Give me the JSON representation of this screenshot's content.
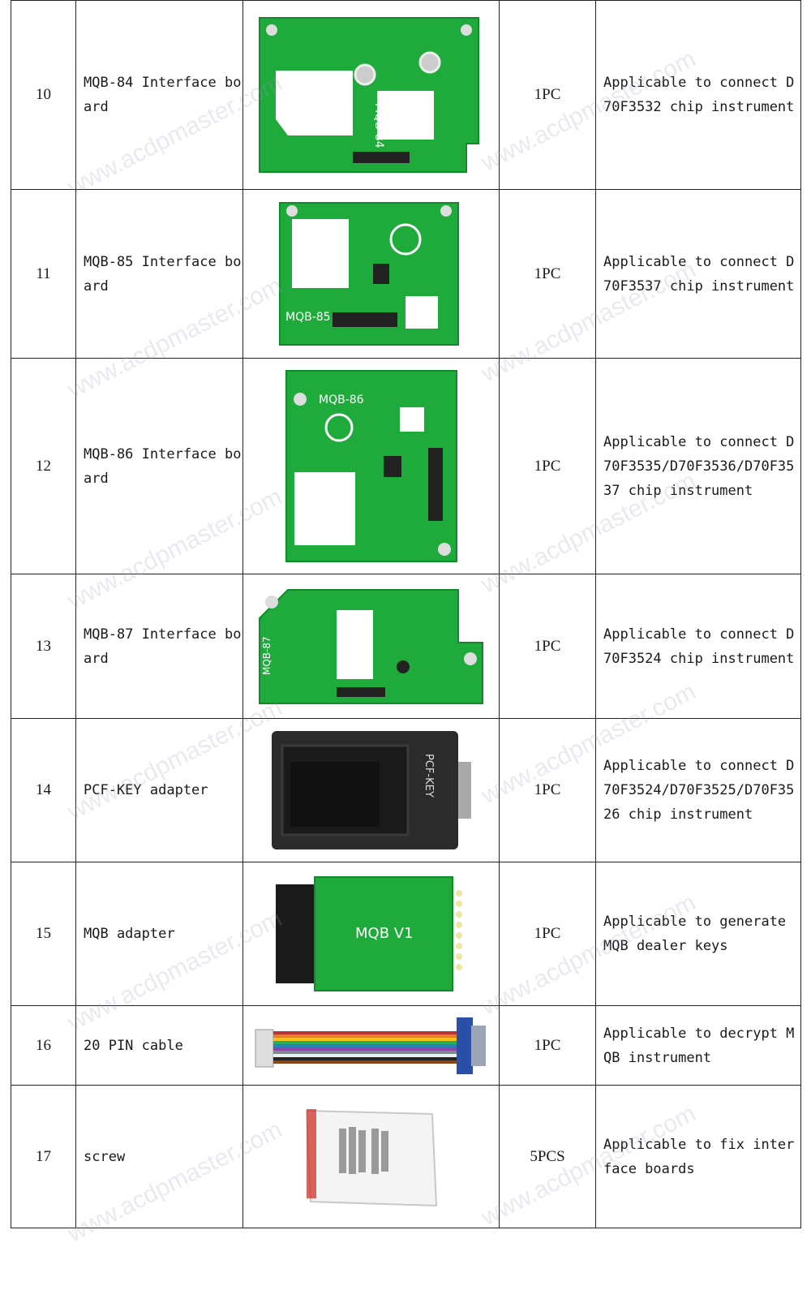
{
  "rows": [
    {
      "no": "10",
      "name": "MQB-84 Interface board",
      "qty": "1PC",
      "desc": "Applicable to connect D70F3532 chip instrument",
      "icon": "pcb-board-icon",
      "board_label": "MQB-84"
    },
    {
      "no": "11",
      "name": "MQB-85 Interface board",
      "qty": "1PC",
      "desc": "Applicable to connect D70F3537 chip instrument",
      "icon": "pcb-board-icon",
      "board_label": "MQB-85"
    },
    {
      "no": "12",
      "name": "MQB-86 Interface board",
      "qty": "1PC",
      "desc": "Applicable to connect D70F3535/D70F3536/D70F3537 chip instrument",
      "icon": "pcb-board-icon",
      "board_label": "MQB-86"
    },
    {
      "no": "13",
      "name": "MQB-87 Interface board",
      "qty": "1PC",
      "desc": "Applicable to connect D70F3524 chip instrument",
      "icon": "pcb-board-icon",
      "board_label": "MQB-87"
    },
    {
      "no": "14",
      "name": "PCF-KEY adapter",
      "qty": "1PC",
      "desc": "Applicable to connect D70F3524/D70F3525/D70F3526 chip instrument",
      "icon": "adapter-box-icon",
      "board_label": "PCF-KEY"
    },
    {
      "no": "15",
      "name": "MQB adapter",
      "qty": "1PC",
      "desc": "Applicable to generate MQB dealer keys",
      "icon": "pcb-board-icon",
      "board_label": "MQB V1"
    },
    {
      "no": "16",
      "name": "20 PIN cable",
      "qty": "1PC",
      "desc": "Applicable to decrypt MQB instrument",
      "icon": "ribbon-cable-icon",
      "board_label": ""
    },
    {
      "no": "17",
      "name": "screw",
      "qty": "5PCS",
      "desc": "Applicable to fix interface boards",
      "icon": "screw-bag-icon",
      "board_label": ""
    }
  ],
  "watermark": "www.acdpmaster.com",
  "colors": {
    "pcb": "#1faa3c",
    "pcb_dark": "#128a2c",
    "adapter": "#2b2b2b",
    "border": "#222222"
  }
}
